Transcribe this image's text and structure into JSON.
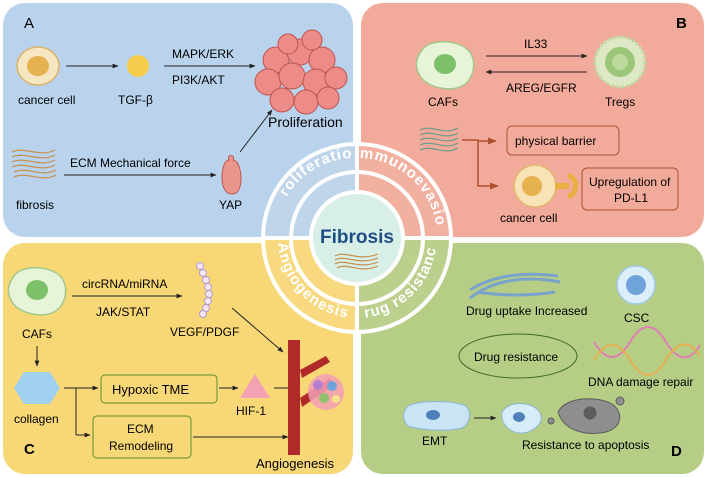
{
  "center": {
    "title": "Fibrosis"
  },
  "ring": {
    "proliferation": "Proliferation",
    "immunoevasion": "Immunoevasion",
    "angiogenesis": "Angiogenesis",
    "drug_resistance": "Drug resistance"
  },
  "panel_a": {
    "letter": "A",
    "cancer_cell": "cancer cell",
    "tgf": "TGF-β",
    "mapk": "MAPK/ERK",
    "pi3k": "PI3K/AKT",
    "proliferation": "Proliferation",
    "fibrosis": "fibrosis",
    "ecm_force": "ECM Mechanical force",
    "yap": "YAP"
  },
  "panel_b": {
    "letter": "B",
    "il33": "IL33",
    "areg": "AREG/EGFR",
    "cafs": "CAFs",
    "tregs": "Tregs",
    "physical_barrier": "physical barrier",
    "cancer_cell": "cancer cell",
    "pdl1_line1": "Upregulation of",
    "pdl1_line2": "PD-L1"
  },
  "panel_c": {
    "letter": "C",
    "cafs": "CAFs",
    "circrna": "circRNA/miRNA",
    "jak": "JAK/STAT",
    "vegf": "VEGF/PDGF",
    "collagen": "collagen",
    "hypoxic": "Hypoxic TME",
    "hif": "HIF-1",
    "ecm_line1": "ECM",
    "ecm_line2": "Remodeling",
    "angiogenesis": "Angiogenesis"
  },
  "panel_d": {
    "letter": "D",
    "drug_uptake": "Drug uptake Increased",
    "csc": "CSC",
    "drug_resistance": "Drug resistance",
    "dna_repair": "DNA damage repair",
    "emt": "EMT",
    "apoptosis": "Resistance to apoptosis"
  },
  "colors": {
    "panel_a": "#b9d3ec",
    "panel_b": "#f2aa9a",
    "panel_c": "#f8d776",
    "panel_d": "#b6cd86",
    "title_blue": "#1f4e87"
  }
}
